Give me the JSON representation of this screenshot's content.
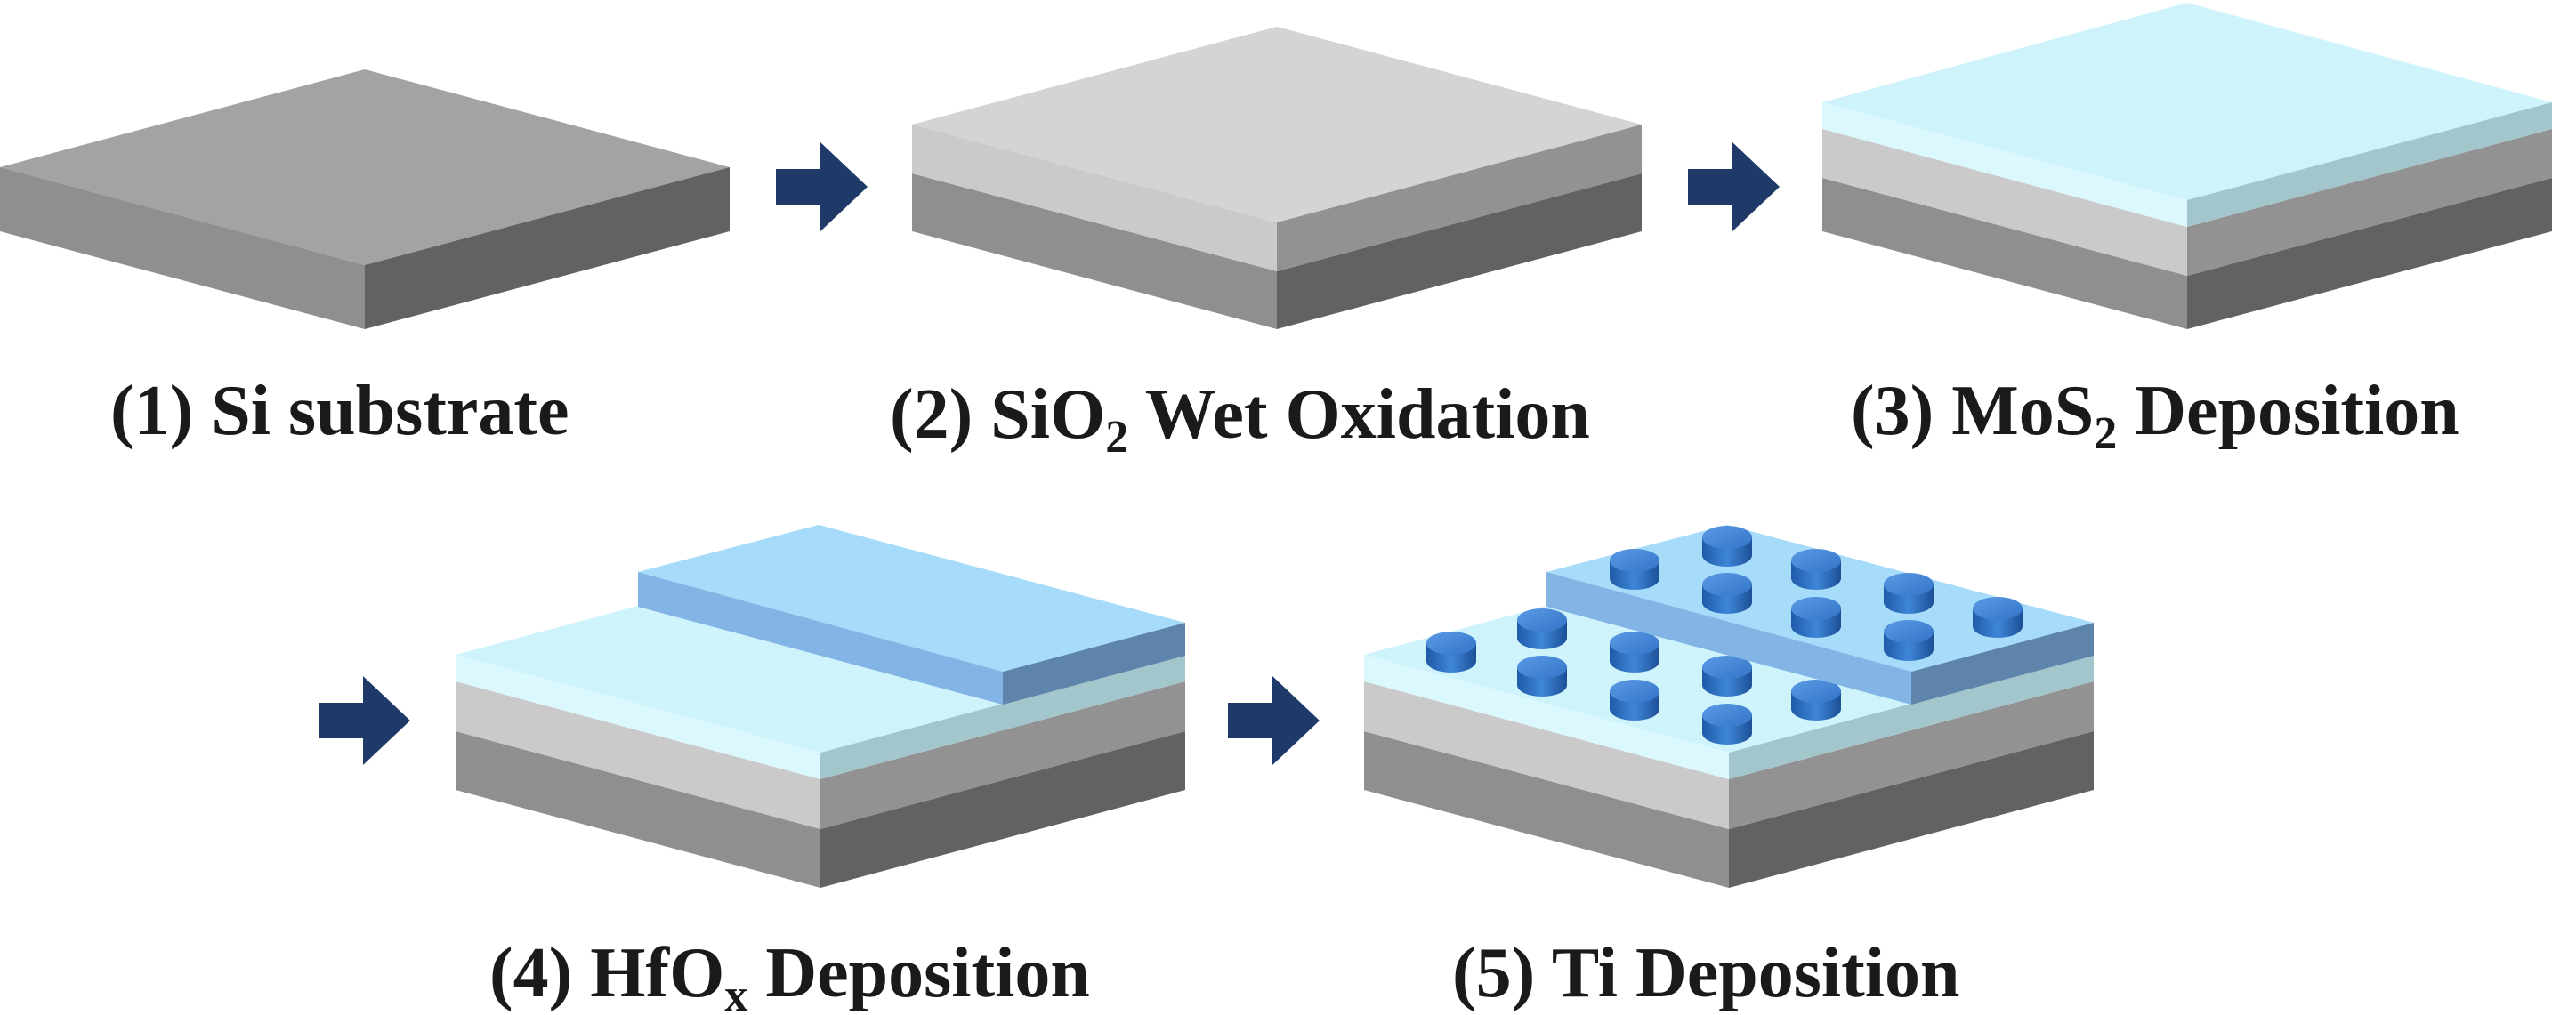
{
  "steps": [
    {
      "number": "(1)",
      "name": "Si substrate"
    },
    {
      "number": "(2)",
      "name_pre": "SiO",
      "name_sub": "2",
      "name_post": " Wet Oxidation"
    },
    {
      "number": "(3)",
      "name_pre": "MoS",
      "name_sub": "2",
      "name_post": " Deposition"
    },
    {
      "number": "(4)",
      "name_pre": "HfO",
      "name_sub": "x",
      "name_post": " Deposition"
    },
    {
      "number": "(5)",
      "name": "Ti Deposition"
    }
  ],
  "layers": [
    "Si",
    "SiO2",
    "MoS2",
    "HfOx",
    "Ti"
  ],
  "colors": {
    "arrow": "#1f3a68",
    "si_top": "#a5a2a2",
    "si_left": "#8f8f8f",
    "si_right": "#626262",
    "sio2_top": "#d4d4d4",
    "sio2_left": "#cacaca",
    "sio2_right": "#929292",
    "mos2_top": "#cff3fb",
    "mos2_left": "#d9f7fd",
    "mos2_right": "#a3c6cc",
    "hfox_top": "#a6dcf9",
    "hfox_left": "#82b4e6",
    "hfox_right": "#5f84ab",
    "ti_top": "#3f7fd2",
    "ti_side": "#2d6bbf"
  }
}
